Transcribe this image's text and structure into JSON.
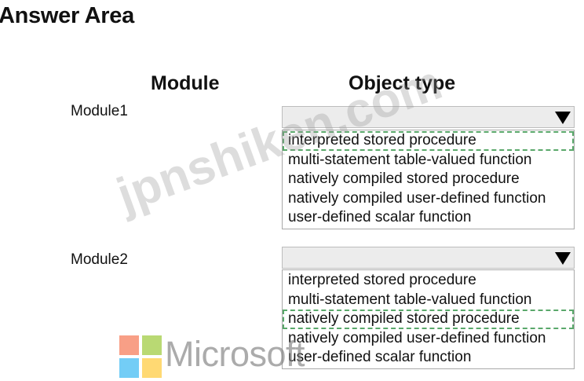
{
  "header": {
    "title": "Answer Area"
  },
  "columns": {
    "module": "Module",
    "object_type": "Object type"
  },
  "rows": [
    {
      "label": "Module1",
      "selected_index": 0,
      "options": [
        "interpreted stored procedure",
        "multi-statement table-valued function",
        "natively compiled stored procedure",
        "natively compiled user-defined function",
        "user-defined scalar function"
      ]
    },
    {
      "label": "Module2",
      "selected_index": 2,
      "options": [
        "interpreted stored procedure",
        "multi-statement table-valued function",
        "natively compiled stored procedure",
        "natively compiled user-defined function",
        "user-defined scalar function"
      ]
    }
  ],
  "watermark": {
    "site": "jpnshiken.com"
  },
  "logo": {
    "text": "Microsoft",
    "colors": [
      "#f25022",
      "#7fba00",
      "#00a4ef",
      "#ffb900"
    ]
  }
}
